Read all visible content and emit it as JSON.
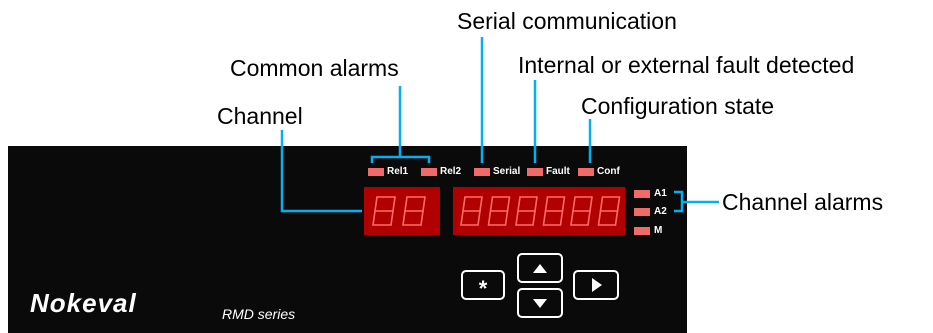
{
  "callouts": {
    "serial_communication": "Serial communication",
    "common_alarms": "Common alarms",
    "fault_detected": "Internal or external fault detected",
    "channel": "Channel",
    "configuration_state": "Configuration state",
    "channel_alarms": "Channel alarms"
  },
  "leds": {
    "rel1": "Rel1",
    "rel2": "Rel2",
    "serial": "Serial",
    "fault": "Fault",
    "conf": "Conf",
    "a1": "A1",
    "a2": "A2",
    "m": "M"
  },
  "displays": {
    "channel_digits": 2,
    "value_digits": 6
  },
  "keys": {
    "star": "*",
    "up": "up-arrow-icon",
    "down": "down-arrow-icon",
    "right": "right-arrow-icon"
  },
  "brand": {
    "name": "Nokeval",
    "series": "RMD series"
  },
  "colors": {
    "callout_line": "#00b0f0",
    "led": "#f06a6a",
    "display_bg": "#b00000",
    "segment": "#ff6a6a",
    "panel": "#0a0a0a"
  }
}
